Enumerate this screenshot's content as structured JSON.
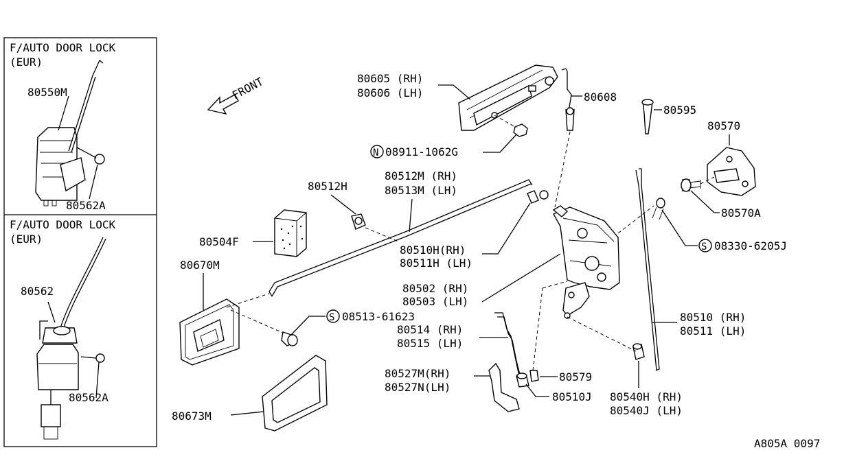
{
  "insets": [
    {
      "title": "F/AUTO DOOR LOCK",
      "region": "(EUR)",
      "labels": [
        "80550M",
        "80562A"
      ]
    },
    {
      "title": "F/AUTO DOOR LOCK",
      "region": "(EUR)",
      "labels": [
        "80562",
        "80562A"
      ]
    }
  ],
  "front_label": "FRONT",
  "callouts": {
    "p80605": "80605 (RH)",
    "p80606": "80606 (LH)",
    "p80608": "80608",
    "p80595": "80595",
    "p80570": "80570",
    "p08911": "08911-1062G",
    "p08911_sym": "N",
    "p80512h": "80512H",
    "p80512m": "80512M (RH)",
    "p80513m": "80513M (LH)",
    "p80570a": "80570A",
    "p80504f": "80504F",
    "p80510h": "80510H(RH)",
    "p80511h": "80511H (LH)",
    "p08330": "08330-6205J",
    "p08330_sym": "S",
    "p80670m": "80670M",
    "p80502": "80502 (RH)",
    "p80503": "80503 (LH)",
    "p08513": "08513-61623",
    "p08513_sym": "S",
    "p80510": "80510 (RH)",
    "p80511": "80511 (LH)",
    "p80514": "80514 (RH)",
    "p80515": "80515 (LH)",
    "p80527m": "80527M(RH)",
    "p80527n": "80527N(LH)",
    "p80579": "80579",
    "p80510j": "80510J",
    "p80540h": "80540H (RH)",
    "p80540j": "80540J (LH)",
    "p80673m": "80673M"
  },
  "figure_code": "A805A 0097"
}
